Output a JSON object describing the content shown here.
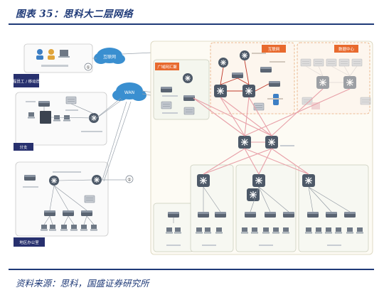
{
  "caption": "图表 35：思科大二层网络",
  "source": "资料来源：思科，国盛证券研究所",
  "diagram": {
    "left_labels": [
      "远程员工 / 移动员工",
      "分支",
      "地区办公室"
    ],
    "cloud_labels": [
      "互联网",
      "WAN"
    ],
    "top_orange_labels": [
      "互联网",
      "数据中心"
    ],
    "wan_aggregation_label": "广域网汇聚",
    "callouts": [
      "①",
      "①"
    ]
  },
  "colors": {
    "title_blue": "#1f3a78",
    "label_navy": "#27306e",
    "orange": "#e86a2e",
    "pink_link": "#e8a0a8",
    "cloud_blue": "#3a8fd0"
  }
}
